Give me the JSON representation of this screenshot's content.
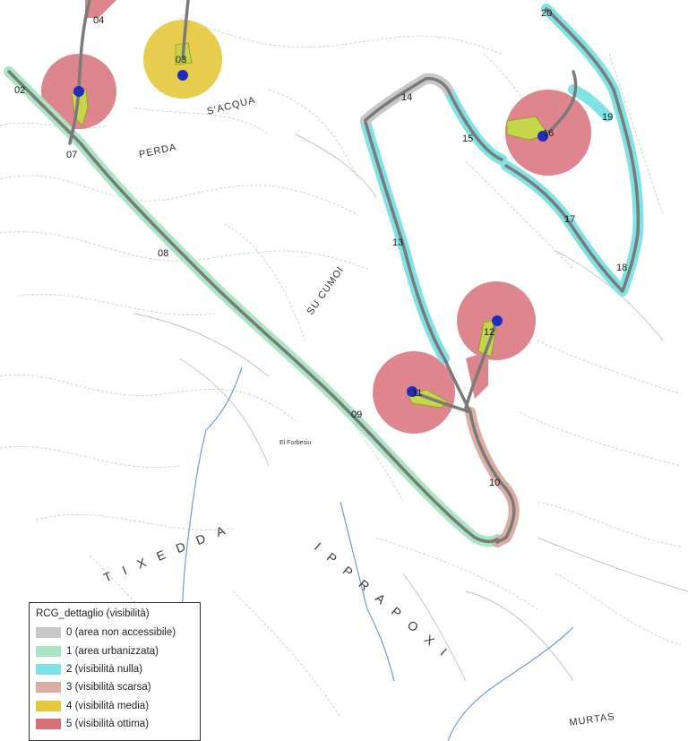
{
  "map": {
    "route_labels": [
      "02",
      "04",
      "07",
      "08",
      "09",
      "10",
      "11",
      "12",
      "13",
      "14",
      "15",
      "16",
      "17",
      "18",
      "19",
      "20",
      "03"
    ],
    "place_labels": [
      "PERDA",
      "S'ACQUA",
      "SU CUMOI",
      "MURTAS",
      "El Forbesiu"
    ],
    "big_labels": [
      "TIXEDDA",
      "IPPRAPOXI"
    ]
  },
  "legend": {
    "title": "RCG_dettaglio (visibilità)",
    "items": [
      {
        "label": "0 (area non accessibile)",
        "color": "#c8c8c8"
      },
      {
        "label": "1 (area urbanizzata)",
        "color": "#a8e6c4"
      },
      {
        "label": "2 (visibilità nulla)",
        "color": "#7fe3e6"
      },
      {
        "label": "3 (visibilità scarsa)",
        "color": "#dcaea2"
      },
      {
        "label": "4 (visibilità media)",
        "color": "#e3c83a"
      },
      {
        "label": "5 (visibilità ottima)",
        "color": "#d8707a"
      }
    ]
  }
}
